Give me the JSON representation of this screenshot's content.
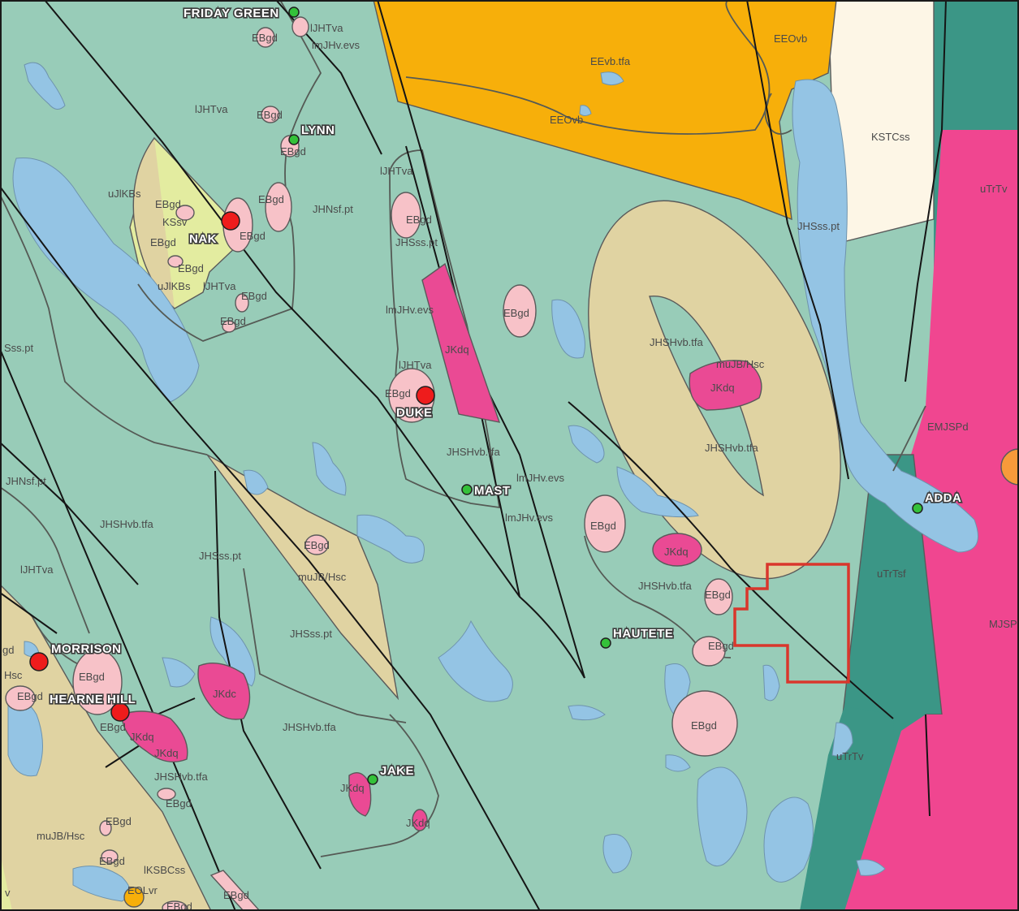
{
  "colors": {
    "base_green": "#98ccb8",
    "orange_unit": "#f7af0a",
    "cream_unit": "#fdf6e6",
    "dark_teal": "#3b9686",
    "magenta": "#f04690",
    "tan": "#e0d3a2",
    "pale_pink": "#f7c2c8",
    "dike_magenta": "#ea4a94",
    "lime": "#e3eca0",
    "water": "#94c4e4",
    "property_outline": "#d9362c",
    "major_site": "#ee1c1c",
    "minor_site": "#34c13a"
  },
  "sites": {
    "friday_green": "FRIDAY GREEN",
    "lynn": "LYNN",
    "nak": "NAK",
    "duke": "DUKE",
    "mast": "MAST",
    "adda": "ADDA",
    "hautete": "HAUTETE",
    "morrison": "MORRISON",
    "hearne_hill": "HEARNE HILL",
    "jake": "JAKE"
  },
  "units": {
    "ljhtva": "lJHTva",
    "imjhv_evs": "lmJHv.evs",
    "ebgd": "EBgd",
    "eevb_tfa": "EEvb.tfa",
    "eeovb": "EEOvb",
    "kstcss": "KSTCss",
    "utrtv": "uTrTv",
    "jhss_pt": "JHSss.pt",
    "jhnsf_pt": "JHNsf.pt",
    "ujlkbs": "uJlKBs",
    "kssv": "KSsv",
    "jkdq": "JKdq",
    "jhshvb_tfa": "JHSHvb.tfa",
    "mujb_hsc": "muJB/Hsc",
    "emjspd": "EMJSPd",
    "utrtsf": "uTrTsf",
    "mjsp": "MJSP",
    "sss_pt": "Sss.pt",
    "jhnsf_pt_w": "JHNsf.pt",
    "gd": "gd",
    "hsc": "Hsc",
    "lksbcss": "lKSBCss",
    "eolvr": "EOLvr",
    "v": "v",
    "jkdq_frag": "JKdc"
  }
}
